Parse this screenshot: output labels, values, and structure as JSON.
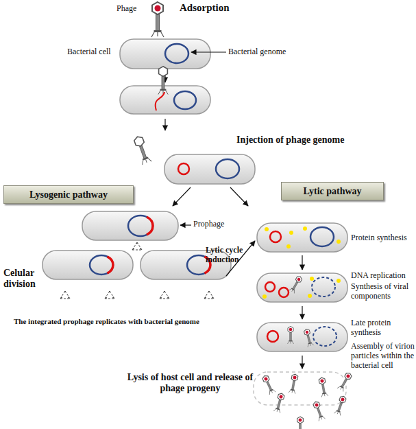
{
  "diagram": {
    "nodes": [
      {
        "text": [
          "Lysogenic pathway"
        ]
      },
      {
        "text": [
          "Lytic pathway"
        ]
      }
    ],
    "labels": [
      "Phage",
      "Adsorption",
      "Bacterial cell",
      "Bacterial genome",
      "Injection of phage genome",
      "Prophage",
      "Lytic cycle induction",
      "Celular division",
      "The integrated prophage replicates with bacterial genome",
      "Protein synthesis",
      "DNA replication",
      "Synthesis of viral components",
      "Late protein synthesis",
      "Assembly of virion particles within the bacterial cell",
      "Lysis of host cell and release of phage progeny"
    ]
  }
}
